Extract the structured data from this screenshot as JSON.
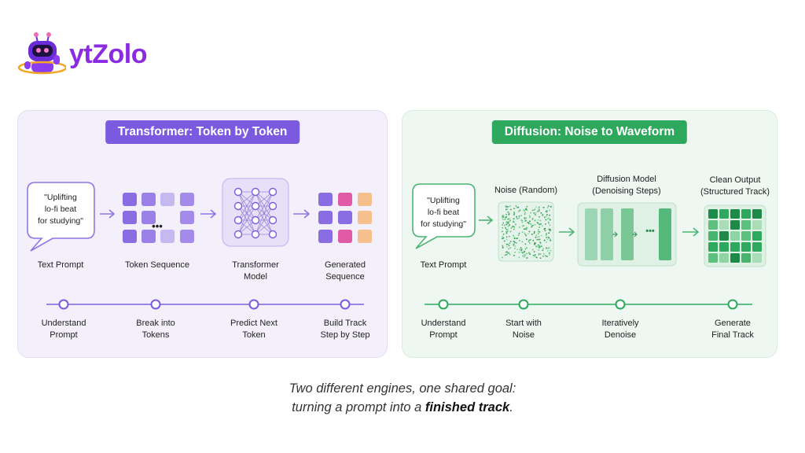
{
  "brand": {
    "name": "ytZolo"
  },
  "left_panel": {
    "title": "Transformer: Token by Token",
    "prompt_text": [
      "\"Uplifting",
      "lo-fi beat",
      "for studying\""
    ],
    "stage_labels": [
      [
        "Text Prompt"
      ],
      [
        "Token Sequence"
      ],
      [
        "Transformer",
        "Model"
      ],
      [
        "Generated",
        "Sequence"
      ]
    ],
    "steps": [
      [
        "Understand",
        "Prompt"
      ],
      [
        "Break into",
        "Tokens"
      ],
      [
        "Predict Next",
        "Token"
      ],
      [
        "Build Track",
        "Step by Step"
      ]
    ],
    "ellipsis": "•••"
  },
  "right_panel": {
    "title": "Diffusion: Noise to Waveform",
    "prompt_text": [
      "\"Uplifting",
      "lo-fi beat",
      "for studying\""
    ],
    "stage_labels": [
      [
        "Text Prompt"
      ],
      [
        "Noise (Random)"
      ],
      [
        "Diffusion Model",
        "(Denoising Steps)"
      ],
      [
        "Clean Output",
        "(Structured Track)"
      ]
    ],
    "steps": [
      [
        "Understand",
        "Prompt"
      ],
      [
        "Start with",
        "Noise"
      ],
      [
        "Iteratively",
        "Denoise"
      ],
      [
        "Generate",
        "Final Track"
      ]
    ],
    "ellipsis": "•••"
  },
  "caption": {
    "line1": "Two different engines, one shared goal:",
    "line2_prefix": "turning a prompt into a ",
    "line2_bold": "finished track",
    "line2_suffix": "."
  },
  "colors": {
    "purple_accent": "#7b5ae0",
    "green_accent": "#2ea85c",
    "purple_panel": "#f4f0fb",
    "green_panel": "#eef7f1",
    "logo": "#8a2be2"
  },
  "icons": [
    "robot-mascot-icon",
    "speech-bubble-icon",
    "neural-network-icon",
    "arrow-right-icon",
    "noise-square-icon",
    "denoise-bars-icon",
    "structured-grid-icon"
  ]
}
